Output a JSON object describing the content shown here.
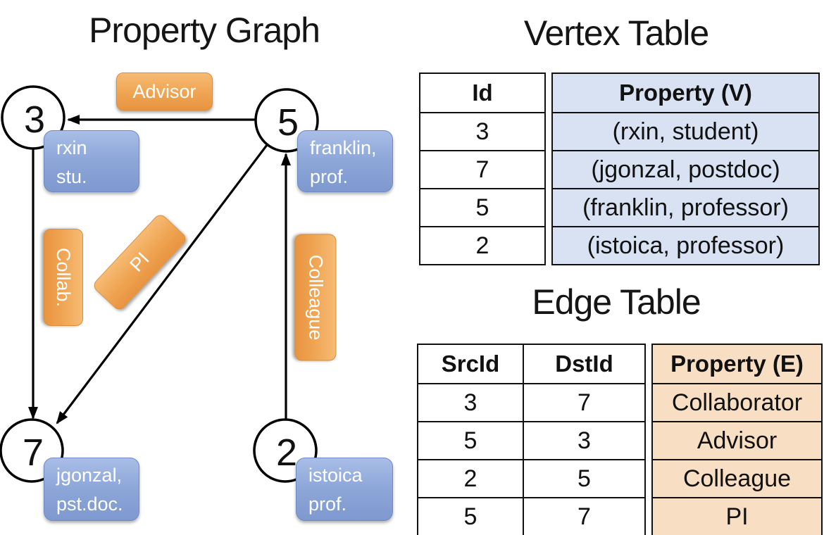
{
  "graph": {
    "title": "Property Graph",
    "nodes": [
      {
        "id": "3",
        "label_lines": [
          "rxin",
          "stu."
        ]
      },
      {
        "id": "5",
        "label_lines": [
          "franklin,",
          "prof."
        ]
      },
      {
        "id": "7",
        "label_lines": [
          "jgonzal,",
          "pst.doc."
        ]
      },
      {
        "id": "2",
        "label_lines": [
          "istoica",
          "prof."
        ]
      }
    ],
    "edges": [
      {
        "label": "Advisor",
        "src": "5",
        "dst": "3"
      },
      {
        "label": "Collab.",
        "src": "3",
        "dst": "7"
      },
      {
        "label": "PI",
        "src": "5",
        "dst": "7"
      },
      {
        "label": "Colleague",
        "src": "2",
        "dst": "5"
      }
    ]
  },
  "vertex_table": {
    "title": "Vertex Table",
    "headers": {
      "id": "Id",
      "property": "Property (V)"
    },
    "rows": [
      {
        "id": "3",
        "property": "(rxin, student)"
      },
      {
        "id": "7",
        "property": "(jgonzal, postdoc)"
      },
      {
        "id": "5",
        "property": "(franklin, professor)"
      },
      {
        "id": "2",
        "property": "(istoica, professor)"
      }
    ]
  },
  "edge_table": {
    "title": "Edge Table",
    "headers": {
      "src": "SrcId",
      "dst": "DstId",
      "property": "Property (E)"
    },
    "rows": [
      {
        "src": "3",
        "dst": "7",
        "property": "Collaborator"
      },
      {
        "src": "5",
        "dst": "3",
        "property": "Advisor"
      },
      {
        "src": "2",
        "dst": "5",
        "property": "Colleague"
      },
      {
        "src": "5",
        "dst": "7",
        "property": "PI"
      }
    ]
  },
  "colors": {
    "edge_label_orange_top": "#F6BB74",
    "edge_label_orange_bottom": "#E89440",
    "node_label_blue_top": "#A9BDE7",
    "node_label_blue_bottom": "#7E99CF",
    "vertex_property_fill": "#D9E2F3",
    "edge_property_fill": "#F8DFC3",
    "line_color": "#000000",
    "label_text": "#FFFFFF",
    "text": "#111111"
  }
}
